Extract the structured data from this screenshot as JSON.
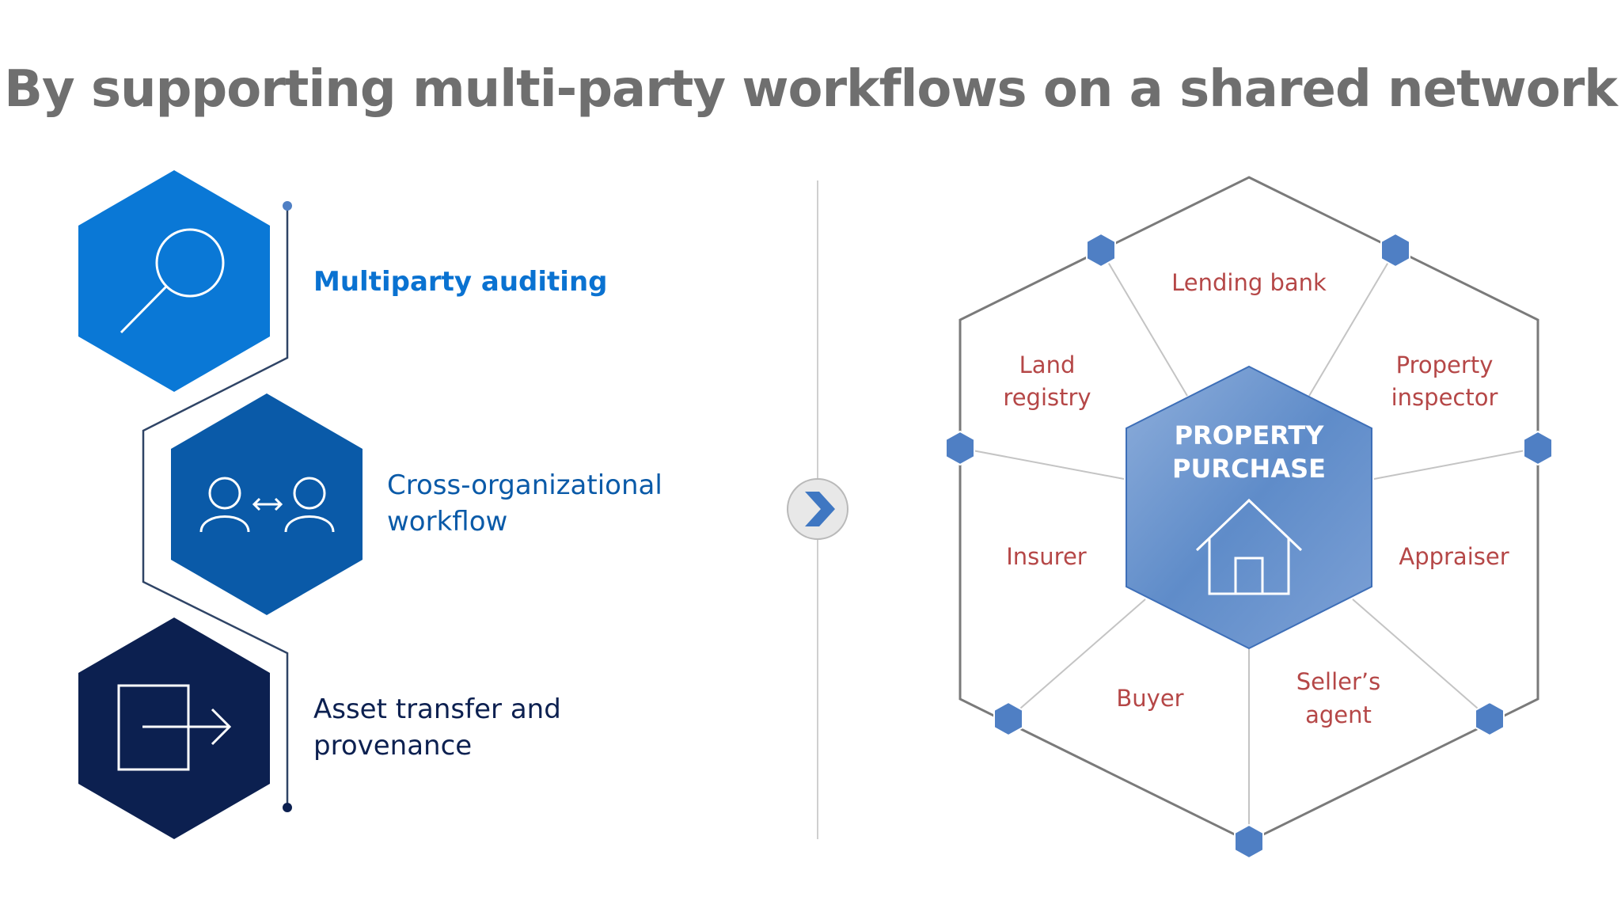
{
  "title": "By supporting multi-party workflows on a shared network",
  "colors": {
    "title": "#6f6f6f",
    "auditing": "#0a72d1",
    "cross_org": "#0a5aa8",
    "asset": "#0c2050",
    "role_label": "#b54747",
    "node": "#4f7fc4",
    "outline": "#7a7a7a"
  },
  "features": [
    {
      "icon": "magnifier-icon",
      "line1": "Multiparty auditing",
      "line2": ""
    },
    {
      "icon": "people-exchange-icon",
      "line1": "Cross-organizational",
      "line2": "workflow"
    },
    {
      "icon": "transfer-arrow-icon",
      "line1": "Asset transfer and",
      "line2": "provenance"
    }
  ],
  "divider_icon": "chevron-right-icon",
  "center": {
    "line1": "PROPERTY",
    "line2": "PURCHASE",
    "icon": "house-icon"
  },
  "roles": {
    "lending_bank": {
      "line1": "Lending bank",
      "line2": ""
    },
    "land_registry": {
      "line1": "Land",
      "line2": "registry"
    },
    "property_inspector": {
      "line1": "Property",
      "line2": "inspector"
    },
    "insurer": {
      "line1": "Insurer",
      "line2": ""
    },
    "appraiser": {
      "line1": "Appraiser",
      "line2": ""
    },
    "buyer": {
      "line1": "Buyer",
      "line2": ""
    },
    "sellers_agent": {
      "line1": "Seller’s",
      "line2": "agent"
    }
  }
}
